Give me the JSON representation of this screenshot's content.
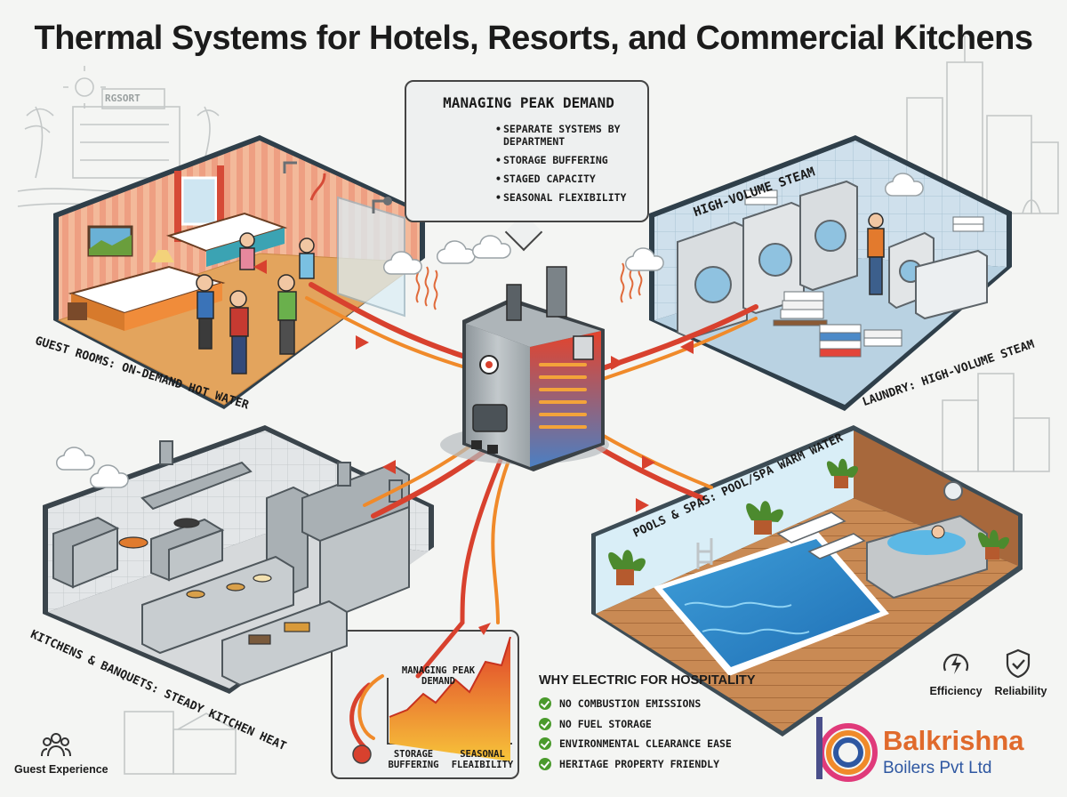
{
  "title": "Thermal Systems for Hotels, Resorts, and Commercial Kitchens",
  "zones": {
    "guest_rooms": "GUEST ROOMS: ON-DEMAND HOT WATER",
    "laundry": "LAUNDRY: HIGH-VOLUME STEAM",
    "laundry_wall_sign": "HIGH-VOLUME STEAM",
    "kitchens": "KITCHENS & BANQUETS: STEADY KITCHEN HEAT",
    "pools": "POOLS & SPAS: POOL/SPA WARM WATER",
    "resort_sign": "RGSORT"
  },
  "peak_demand": {
    "title": "MANAGING PEAK DEMAND",
    "items": [
      "SEPARATE SYSTEMS BY DEPARTMENT",
      "STORAGE BUFFERING",
      "STAGED CAPACITY",
      "SEASONAL FLEXIBILITY"
    ]
  },
  "inset_chart": {
    "title": "MANAGING PEAK DEMAND",
    "label_left": "STORAGE BUFFERING",
    "label_right": "SEASONAL FLEAIBILITY"
  },
  "why_electric": {
    "title": "WHY ELECTRIC FOR HOSPITALITY",
    "items": [
      "NO COMBUSTION EMISSIONS",
      "NO FUEL STORAGE",
      "ENVIRONMENTAL CLEARANCE EASE",
      "HERITAGE PROPERTY FRIENDLY"
    ]
  },
  "badges": {
    "efficiency": "Efficiency",
    "reliability": "Reliability",
    "guest_experience": "Guest Experience"
  },
  "brand": {
    "name": "Balkrishna",
    "subtitle": "Boilers Pvt Ltd"
  },
  "icons": [
    "lightning-gauge-icon",
    "shield-check-icon",
    "people-group-icon",
    "check-circle-icon",
    "sun-icon",
    "palm-tree-icon"
  ],
  "colors": {
    "pipe_hot": "#d8412e",
    "pipe_warm": "#f08a2a",
    "check_green": "#4a9a2c",
    "brand_orange": "#e06a2c",
    "brand_blue": "#2e57a1"
  }
}
